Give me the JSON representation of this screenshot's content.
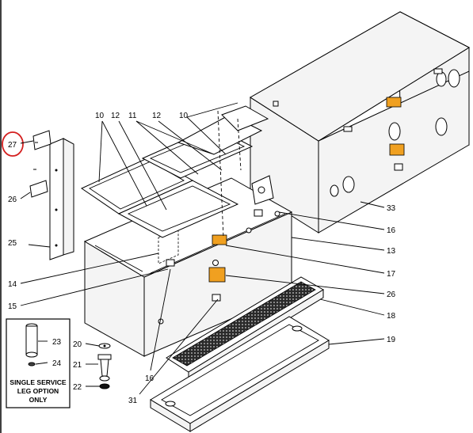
{
  "callouts": {
    "c10a": "10",
    "c12a": "12",
    "c11": "11",
    "c12b": "12",
    "c10b": "10",
    "c27": "27",
    "c26a": "26",
    "c25": "25",
    "c14": "14",
    "c15": "15",
    "c16a": "16",
    "c13": "13",
    "c17": "17",
    "c26b": "26",
    "c18": "18",
    "c19": "19",
    "c33": "33",
    "c16b": "16",
    "c31": "31",
    "c20": "20",
    "c21": "21",
    "c22": "22",
    "c23": "23",
    "c24": "24"
  },
  "inset_caption": {
    "line1": "SINGLE SERVICE",
    "line2": "LEG OPTION",
    "line3": "ONLY"
  },
  "colors": {
    "highlight": "#d42020",
    "line": "#000000",
    "panel": "#f4f4f4",
    "label": "#f0a020",
    "grate": "#2a2a2a"
  }
}
